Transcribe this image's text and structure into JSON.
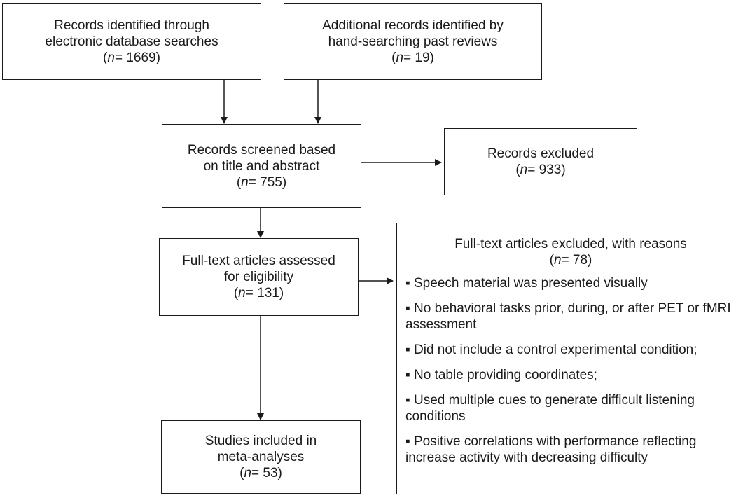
{
  "boxes": {
    "identified_db": {
      "lines": [
        "Records identified through",
        "electronic database searches"
      ],
      "n": "1669"
    },
    "identified_hand": {
      "lines": [
        "Additional records identified by",
        "hand-searching past reviews"
      ],
      "n": "19"
    },
    "screened": {
      "lines": [
        "Records screened based",
        "on title and abstract"
      ],
      "n": "755"
    },
    "excluded": {
      "lines": [
        "Records excluded"
      ],
      "n": "933"
    },
    "fulltext": {
      "lines": [
        "Full-text articles assessed",
        "for eligibility"
      ],
      "n": "131"
    },
    "included": {
      "lines": [
        "Studies included in",
        "meta-analyses"
      ],
      "n": "53"
    }
  },
  "fulltext_excluded": {
    "title": "Full-text articles excluded, with reasons",
    "n": "78",
    "reasons": [
      "▪ Speech material was presented visually",
      "▪ No behavioral tasks prior, during, or after PET or fMRI assessment",
      "▪ Did not include a control experimental condition;",
      "▪ No table providing coordinates;",
      "▪ Used multiple cues to generate difficult listening conditions",
      "▪ Positive correlations with performance reflecting increase activity with decreasing difficulty"
    ]
  },
  "n_label": "n",
  "colors": {
    "line": "#1a1a1a",
    "background": "#ffffff"
  }
}
